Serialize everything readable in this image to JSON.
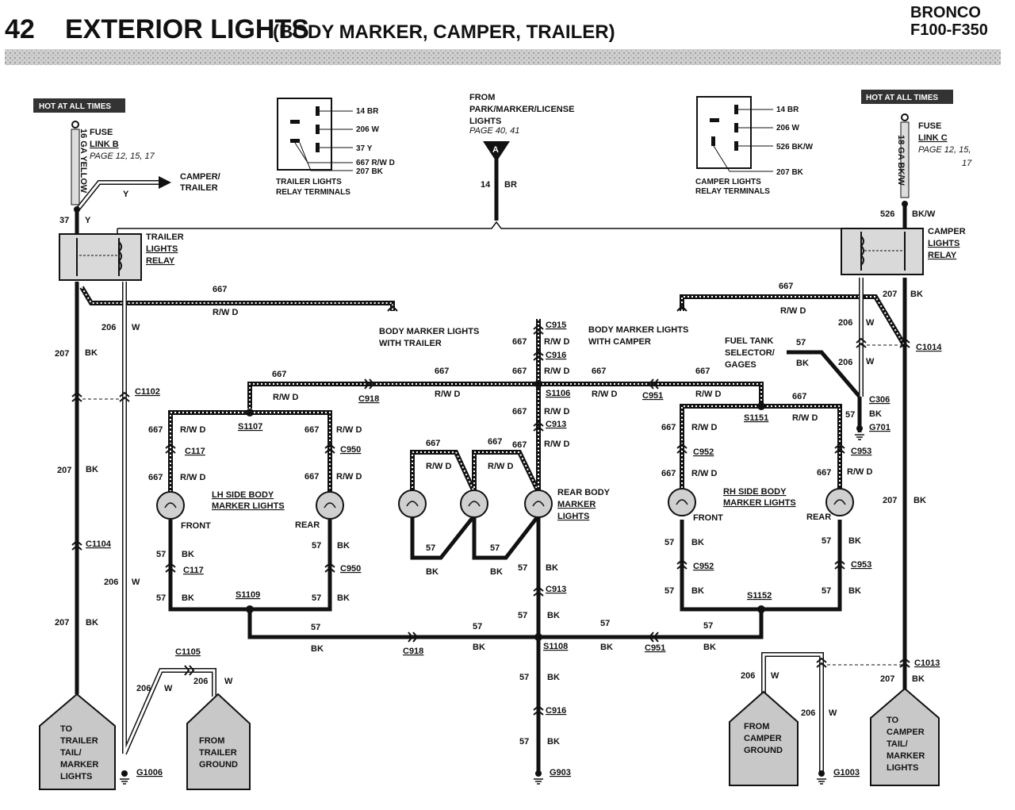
{
  "header": {
    "page_number": "42",
    "title_main": "EXTERIOR LIGHTS",
    "title_sub": "(BODY MARKER, CAMPER, TRAILER)",
    "model_line1": "BRONCO",
    "model_line2": "F100-F350"
  },
  "left_power": {
    "hot_label": "HOT AT ALL TIMES",
    "fuse_line1": "FUSE",
    "fuse_line2": "LINK B",
    "fuse_page": "PAGE 12, 15, 17",
    "wire_gauge": "16 GA YELLOW",
    "circuit": "37",
    "color": "Y",
    "branch_color": "Y",
    "branch_to_line1": "CAMPER/",
    "branch_to_line2": "TRAILER"
  },
  "right_power": {
    "hot_label": "HOT AT ALL TIMES",
    "fuse_line1": "FUSE",
    "fuse_line2": "LINK C",
    "fuse_page_line1": "PAGE 12, 15,",
    "fuse_page_line2": "17",
    "wire_gauge": "18 GA BK/W",
    "circuit": "526",
    "color": "BK/W"
  },
  "trailer_terminals": {
    "pins": [
      "14 BR",
      "206 W",
      "37 Y",
      "667 R/W D",
      "207 BK"
    ],
    "caption_line1": "TRAILER LIGHTS",
    "caption_line2": "RELAY TERMINALS"
  },
  "camper_terminals": {
    "pins": [
      "14 BR",
      "206 W",
      "526 BK/W",
      "207 BK"
    ],
    "caption_line1": "CAMPER LIGHTS",
    "caption_line2": "RELAY TERMINALS"
  },
  "from_park": {
    "line1": "FROM",
    "line2": "PARK/MARKER/LICENSE",
    "line3": "LIGHTS",
    "page": "PAGE 40, 41",
    "connector": "A",
    "circuit": "14",
    "color": "BR"
  },
  "relays": {
    "trailer": [
      "TRAILER",
      "LIGHTS",
      "RELAY"
    ],
    "camper": [
      "CAMPER",
      "LIGHTS",
      "RELAY"
    ]
  },
  "sections": {
    "with_trailer_line1": "BODY MARKER LIGHTS",
    "with_trailer_line2": "WITH TRAILER",
    "with_camper_line1": "BODY MARKER LIGHTS",
    "with_camper_line2": "WITH CAMPER",
    "lh_line1": "LH SIDE BODY",
    "lh_line2": "MARKER LIGHTS",
    "rh_line1": "RH SIDE BODY",
    "rh_line2": "MARKER LIGHTS",
    "rear_line1": "REAR BODY",
    "rear_line2": "MARKER",
    "rear_line3": "LIGHTS",
    "front": "FRONT",
    "rear": "REAR",
    "fuel_line1": "FUEL TANK",
    "fuel_line2": "SELECTOR/",
    "fuel_line3": "GAGES"
  },
  "connectors": {
    "c915": "C915",
    "c916": "C916",
    "s1106": "S1106",
    "c913": "C913",
    "c918": "C918",
    "c951": "C951",
    "s1107": "S1107",
    "s1151": "S1151",
    "c117": "C117",
    "c950": "C950",
    "c952": "C952",
    "c953": "C953",
    "s1109": "S1109",
    "s1152": "S1152",
    "s1108": "S1108",
    "c1102": "C1102",
    "c1104": "C1104",
    "c1105": "C1105",
    "c1014": "C1014",
    "c1013": "C1013",
    "c306": "C306",
    "g701": "G701",
    "g903": "G903",
    "g1006": "G1006",
    "g1003": "G1003"
  },
  "wires": {
    "c667": "667",
    "rwd": "R/W D",
    "c57": "57",
    "bk": "BK",
    "c206": "206",
    "w": "W",
    "c207": "207"
  },
  "destinations": {
    "to_trailer": [
      "TO",
      "TRAILER",
      "TAIL/",
      "MARKER",
      "LIGHTS"
    ],
    "from_trailer_ground": [
      "FROM",
      "TRAILER",
      "GROUND"
    ],
    "from_camper_ground": [
      "FROM",
      "CAMPER",
      "GROUND"
    ],
    "to_camper": [
      "TO",
      "CAMPER",
      "TAIL/",
      "MARKER",
      "LIGHTS"
    ]
  },
  "colors": {
    "wire": "#111111",
    "relay_fill": "#d9d9d9",
    "bulb_fill": "#d0d0d0",
    "hot_fill": "#333333",
    "hot_text": "#ffffff",
    "dest_fill": "#c8c8c8"
  }
}
